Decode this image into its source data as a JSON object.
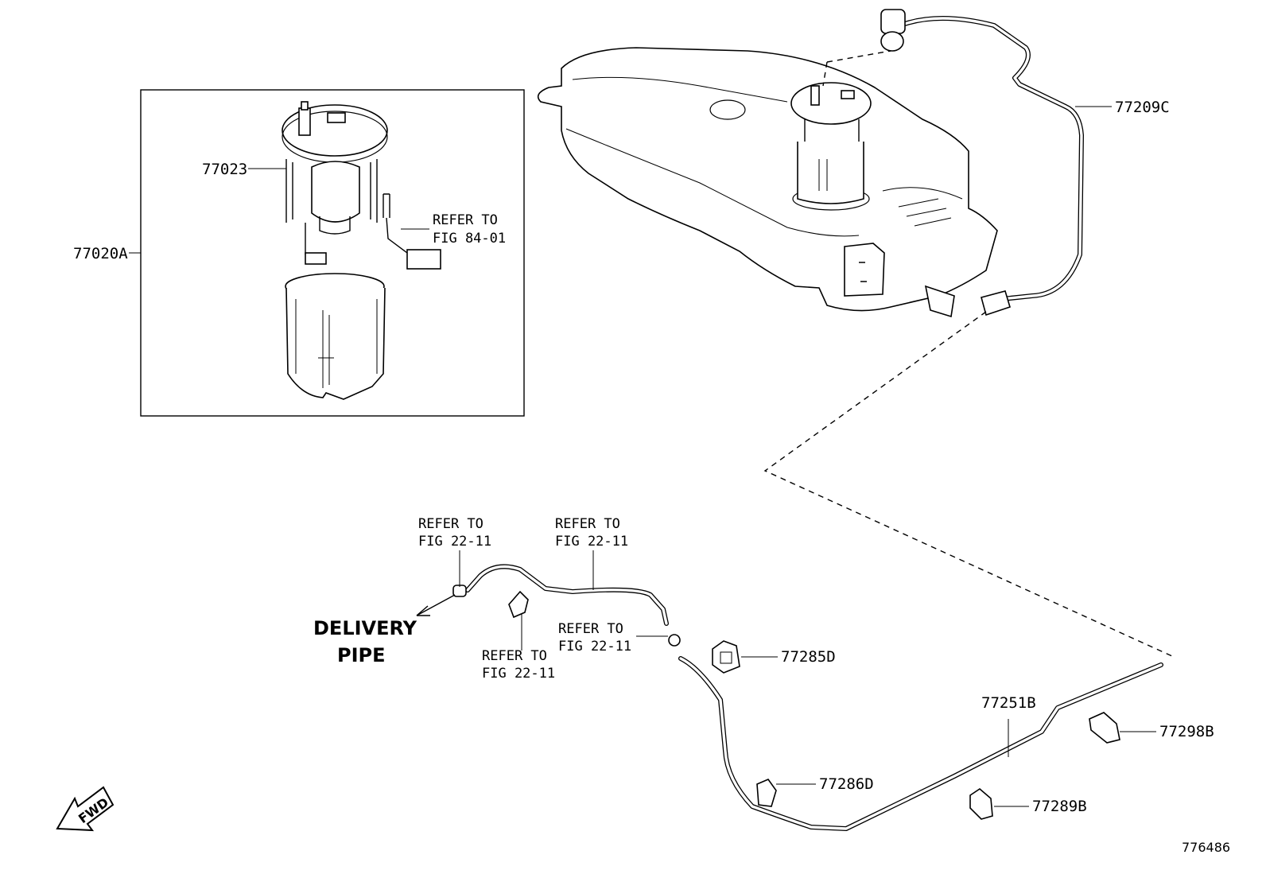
{
  "labels": {
    "p77020A": "77020A",
    "p77023": "77023",
    "p77209C": "77209C",
    "p77285D": "77285D",
    "p77286D": "77286D",
    "p77251B": "77251B",
    "p77298B": "77298B",
    "p77289B": "77289B"
  },
  "refs": {
    "fig8401": {
      "line1": "REFER TO",
      "line2": "FIG 84-01"
    },
    "fig2211_a": {
      "line1": "REFER TO",
      "line2": "FIG 22-11"
    },
    "fig2211_b": {
      "line1": "REFER TO",
      "line2": "FIG 22-11"
    },
    "fig2211_c": {
      "line1": "REFER TO",
      "line2": "FIG 22-11"
    },
    "fig2211_d": {
      "line1": "REFER TO",
      "line2": "FIG 22-11"
    }
  },
  "delivery_pipe": {
    "line1": "DELIVERY",
    "line2": "PIPE"
  },
  "fwd_label": "FWD",
  "figure_number": "776486"
}
